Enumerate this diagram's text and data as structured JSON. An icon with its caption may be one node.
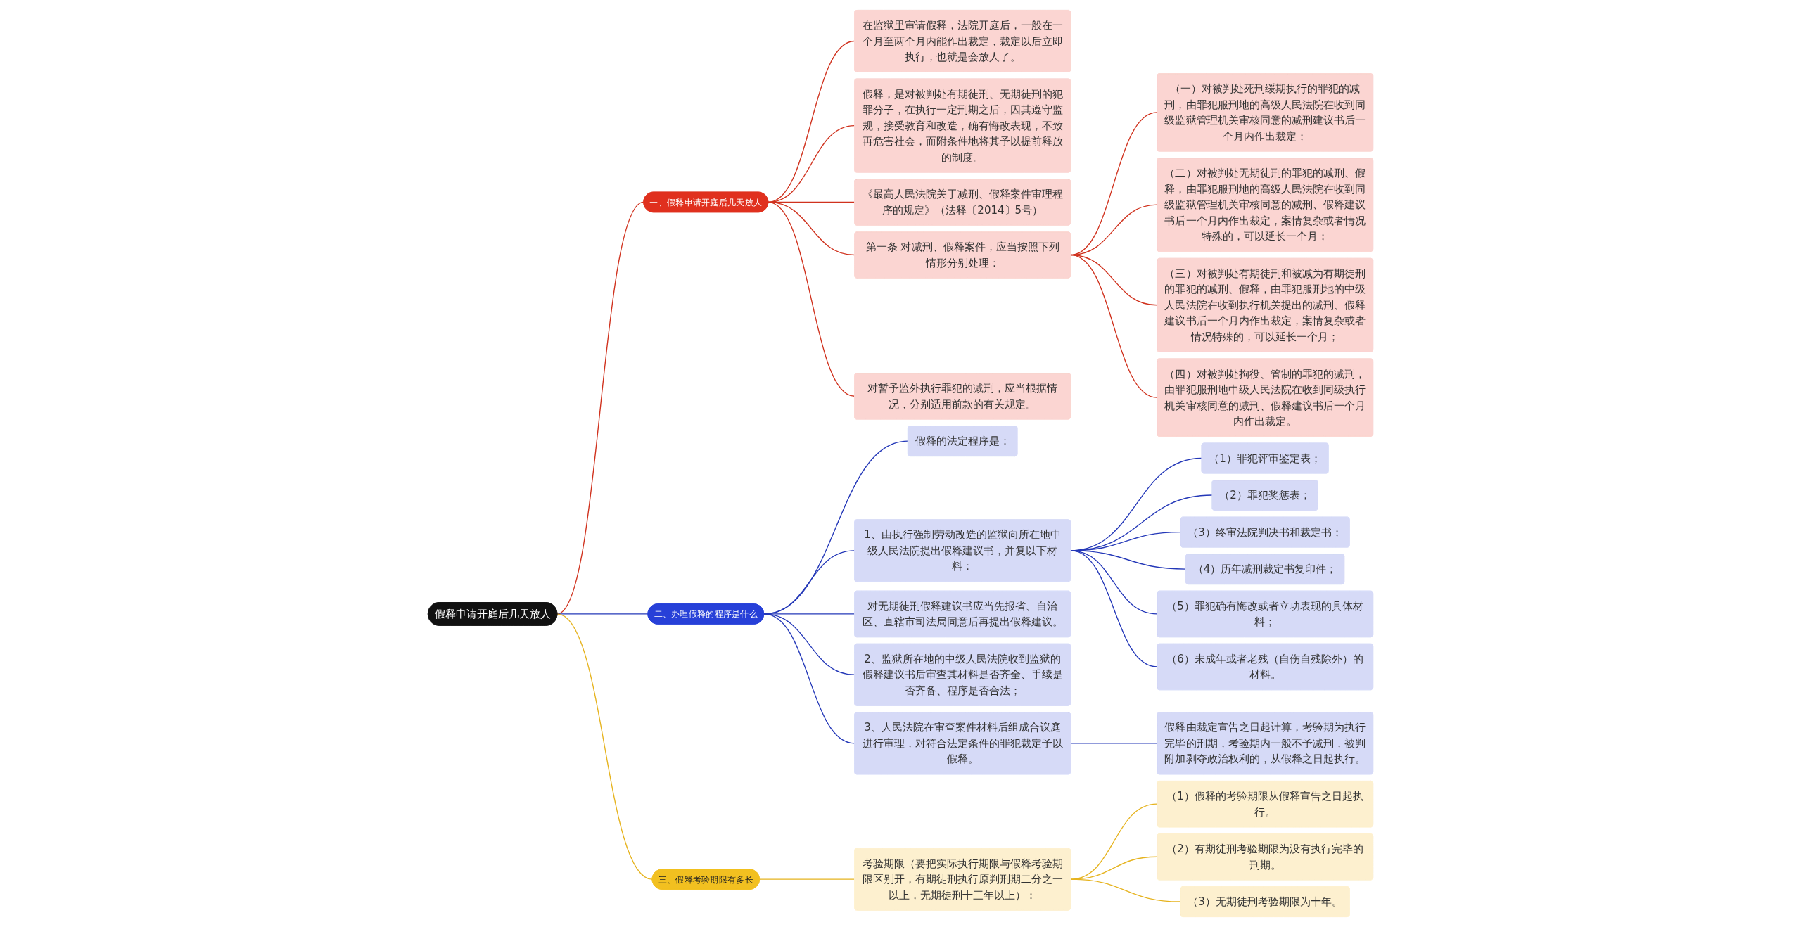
{
  "diagram": {
    "nodes": [
      {
        "text": [
          "假释申请开庭后几天放人"
        ]
      },
      {
        "text": [
          "一、假释申请开庭后几天放人"
        ]
      },
      {
        "text": [
          "在监狱里审请假释，法院开庭后，一般在一个月至两个月内能作出裁定，裁定以后立即执行，也就是会放人了。"
        ]
      },
      {
        "text": [
          "假释，是对被判处有期徒刑、无期徒刑的犯罪分子，在执行一定刑期之后，因其遵守监规，接受教育和改造，确有悔改表现，不致再危害社会，而附条件地将其予以提前释放的制度。"
        ]
      },
      {
        "text": [
          "《最高人民法院关于减刑、假释案件审理程序的规定》（法释〔2014〕5号）"
        ]
      },
      {
        "text": [
          "第一条 对减刑、假释案件，应当按照下列情形分别处理："
        ]
      },
      {
        "text": [
          "（一）对被判处死刑缓期执行的罪犯的减刑，由罪犯服刑地的高级人民法院在收到同级监狱管理机关审核同意的减刑建议书后一个月内作出裁定；"
        ]
      },
      {
        "text": [
          "（二）对被判处无期徒刑的罪犯的减刑、假释，由罪犯服刑地的高级人民法院在收到同级监狱管理机关审核同意的减刑、假释建议书后一个月内作出裁定，案情复杂或者情况特殊的，可以延长一个月；"
        ]
      },
      {
        "text": [
          "（三）对被判处有期徒刑和被减为有期徒刑的罪犯的减刑、假释，由罪犯服刑地的中级人民法院在收到执行机关提出的减刑、假释建议书后一个月内作出裁定，案情复杂或者情况特殊的，可以延长一个月；"
        ]
      },
      {
        "text": [
          "（四）对被判处拘役、管制的罪犯的减刑，由罪犯服刑地中级人民法院在收到同级执行机关审核同意的减刑、假释建议书后一个月内作出裁定。"
        ]
      },
      {
        "text": [
          "对暂予监外执行罪犯的减刑，应当根据情况，分别适用前款的有关规定。"
        ]
      },
      {
        "text": [
          "二、办理假释的程序是什么"
        ]
      },
      {
        "text": [
          "假释的法定程序是："
        ]
      },
      {
        "text": [
          "1、由执行强制劳动改造的监狱向所在地中级人民法院提出假释建议书，并复以下材料："
        ]
      },
      {
        "text": [
          "（1）罪犯评审鉴定表；"
        ]
      },
      {
        "text": [
          "（2）罪犯奖惩表；"
        ]
      },
      {
        "text": [
          "（3）终审法院判决书和裁定书；"
        ]
      },
      {
        "text": [
          "（4）历年减刑裁定书复印件；"
        ]
      },
      {
        "text": [
          "（5）罪犯确有悔改或者立功表现的具体材料；"
        ]
      },
      {
        "text": [
          "（6）未成年或者老残（自伤自残除外）的材料。"
        ]
      },
      {
        "text": [
          "对无期徒刑假释建议书应当先报省、自治区、直辖市司法局同意后再提出假释建议。"
        ]
      },
      {
        "text": [
          "2、监狱所在地的中级人民法院收到监狱的假释建议书后审查其材料是否齐全、手续是否齐备、程序是否合法；"
        ]
      },
      {
        "text": [
          "3、人民法院在审查案件材料后组成合议庭进行审理，对符合法定条件的罪犯裁定予以假释。"
        ]
      },
      {
        "text": [
          "假释由裁定宣告之日起计算，考验期为执行完毕的刑期，考验期内一般不予减刑，被判附加剥夺政治权利的，从假释之日起执行。"
        ]
      },
      {
        "text": [
          "三、假释考验期限有多长"
        ]
      },
      {
        "text": [
          "考验期限（要把实际执行期限与假释考验期限区别开，有期徒刑执行原判刑期二分之一以上，无期徒刑十三年以上）："
        ]
      },
      {
        "text": [
          "（1）假释的考验期限从假释宣告之日起执行。"
        ]
      },
      {
        "text": [
          "（2）有期徒刑考验期限为没有执行完毕的刑期。"
        ]
      },
      {
        "text": [
          "（3）无期徒刑考验期限为十年。"
        ]
      }
    ],
    "edges": [
      {
        "from": 0,
        "to": 1,
        "arrow": "none",
        "color": "#d0321e"
      },
      {
        "from": 1,
        "to": 2,
        "arrow": "none",
        "color": "#d0321e"
      },
      {
        "from": 1,
        "to": 3,
        "arrow": "none",
        "color": "#d0321e"
      },
      {
        "from": 1,
        "to": 4,
        "arrow": "none",
        "color": "#d0321e"
      },
      {
        "from": 1,
        "to": 5,
        "arrow": "none",
        "color": "#d0321e"
      },
      {
        "from": 5,
        "to": 6,
        "arrow": "none",
        "color": "#d0321e"
      },
      {
        "from": 5,
        "to": 7,
        "arrow": "none",
        "color": "#d0321e"
      },
      {
        "from": 5,
        "to": 8,
        "arrow": "none",
        "color": "#d0321e"
      },
      {
        "from": 5,
        "to": 9,
        "arrow": "none",
        "color": "#d0321e"
      },
      {
        "from": 1,
        "to": 10,
        "arrow": "none",
        "color": "#d0321e"
      },
      {
        "from": 0,
        "to": 11,
        "arrow": "none"
      },
      {
        "from": 11,
        "to": 12,
        "arrow": "none"
      },
      {
        "from": 11,
        "to": 13,
        "arrow": "none"
      },
      {
        "from": 13,
        "to": 14,
        "arrow": "none"
      },
      {
        "from": 13,
        "to": 15,
        "arrow": "none"
      },
      {
        "from": 13,
        "to": 16,
        "arrow": "none"
      },
      {
        "from": 13,
        "to": 17,
        "arrow": "none"
      },
      {
        "from": 13,
        "to": 18,
        "arrow": "none"
      },
      {
        "from": 13,
        "to": 19,
        "arrow": "none"
      },
      {
        "from": 11,
        "to": 20,
        "arrow": "none"
      },
      {
        "from": 11,
        "to": 21,
        "arrow": "none"
      },
      {
        "from": 11,
        "to": 22,
        "arrow": "none"
      },
      {
        "from": 22,
        "to": 23,
        "arrow": "none"
      },
      {
        "from": 0,
        "to": 24,
        "arrow": "none",
        "color": "#e6b31e"
      },
      {
        "from": 24,
        "to": 25,
        "arrow": "none",
        "color": "#e6b31e"
      },
      {
        "from": 25,
        "to": 26,
        "arrow": "none",
        "color": "#e6b31e"
      },
      {
        "from": 25,
        "to": 27,
        "arrow": "none",
        "color": "#e6b31e"
      },
      {
        "from": 25,
        "to": 28,
        "arrow": "none",
        "color": "#e6b31e"
      }
    ]
  }
}
